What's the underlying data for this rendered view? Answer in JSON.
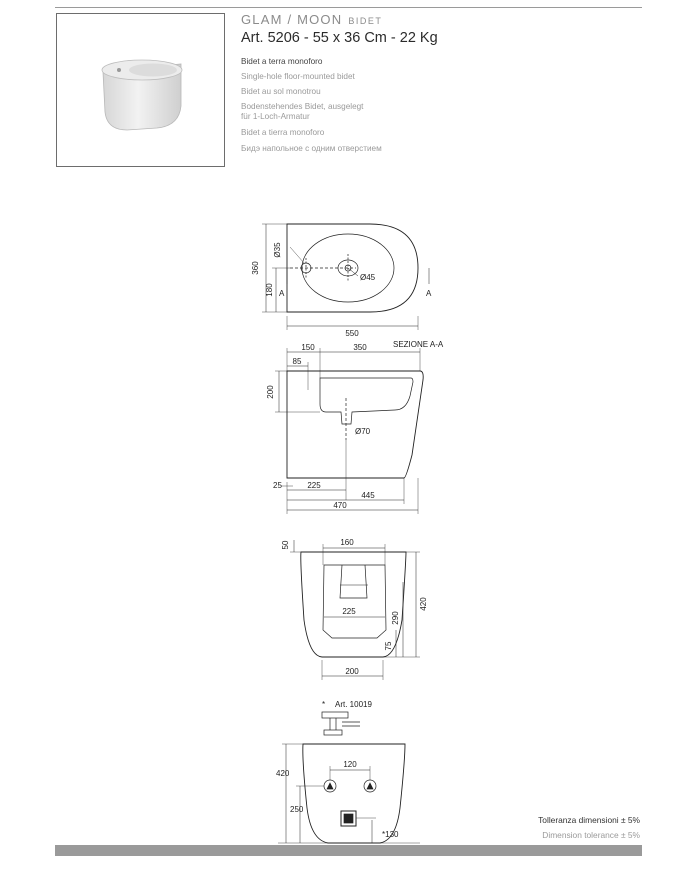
{
  "header": {
    "collection": "GLAM / MOON",
    "category": "BIDET",
    "article": "Art. 5206 - 55 x 36 Cm - 22 Kg"
  },
  "descriptions": [
    "Bidet a terra monoforo",
    "Single-hole floor-mounted bidet",
    "Bidet au sol monotrou",
    "Bodenstehendes Bidet, ausgelegt",
    "für 1-Loch-Armatur",
    "Bidet a tierra monoforo",
    "Бидэ напольное с одним отверстием"
  ],
  "top_view": {
    "dim_width": "550",
    "dim_depth": "360",
    "dim_half": "180",
    "hole_small": "Ø35",
    "hole_large": "Ø45",
    "section_mark_left": "A",
    "section_mark_right": "A"
  },
  "section_view": {
    "title": "SEZIONE A-A",
    "dim_150": "150",
    "dim_350": "350",
    "dim_85": "85",
    "dim_200": "200",
    "dim_70": "Ø70",
    "dim_25": "25",
    "dim_225": "225",
    "dim_445": "445",
    "dim_470": "470"
  },
  "front_view": {
    "dim_50": "50",
    "dim_160": "160",
    "dim_225": "225",
    "dim_290": "290",
    "dim_420": "420",
    "dim_75": "75",
    "dim_200": "200"
  },
  "accessory": {
    "marker": "*",
    "label": "Art. 10019"
  },
  "rear_view": {
    "dim_120": "120",
    "dim_420": "420",
    "dim_250": "250",
    "dim_130": "*130"
  },
  "tolerance": {
    "it": "Tolleranza dimensioni ± 5%",
    "en": "Dimension tolerance ± 5%"
  }
}
